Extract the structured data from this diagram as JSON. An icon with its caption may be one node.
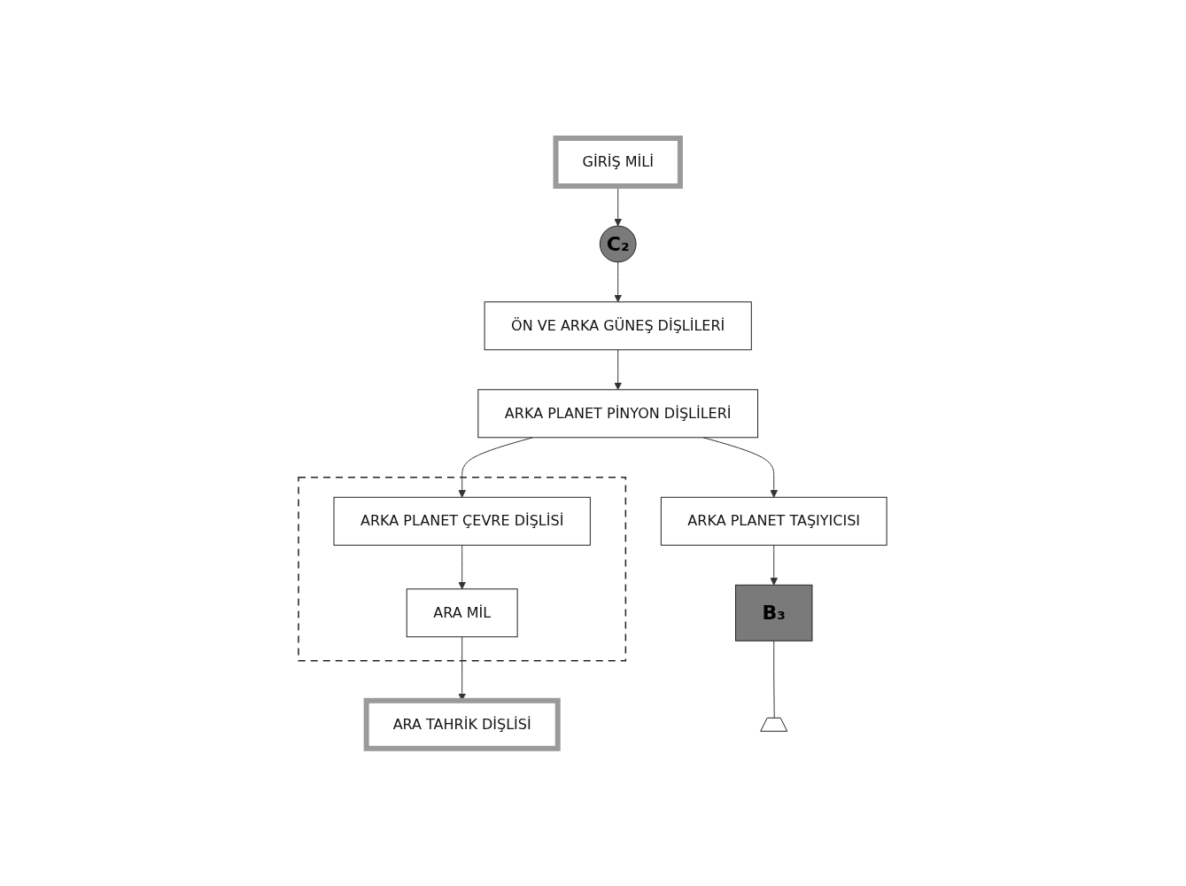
{
  "diagram": {
    "nodes": [
      {
        "text": [
          "GİRİŞ MİLİ"
        ]
      },
      {
        "text": [
          "C₂"
        ]
      },
      {
        "text": [
          "ÖN VE ARKA GÜNEŞ DİŞLİLERİ"
        ]
      },
      {
        "text": [
          "ARKA PLANET PİNYON DİŞLİLERİ"
        ]
      },
      {
        "text": [],
        "shape": "box"
      },
      {
        "text": [
          "ARKA PLANET ÇEVRE DİŞLİSİ"
        ],
        "in": 4
      },
      {
        "text": [
          "ARA MİL"
        ],
        "in": 4
      },
      {
        "text": [
          "ARA TAHRİK DİŞLİSİ"
        ]
      },
      {
        "text": [
          "ARKA PLANET TAŞIYICISI"
        ]
      },
      {
        "text": [
          "B₃"
        ]
      },
      {
        "text": [],
        "shape": "ground"
      }
    ],
    "edges": [
      {
        "from": 0,
        "to": 1,
        "arrow": "to"
      },
      {
        "from": 1,
        "to": 2,
        "arrow": "to"
      },
      {
        "from": 2,
        "to": 3,
        "arrow": "to"
      },
      {
        "from": 3,
        "to": 5,
        "arrow": "to"
      },
      {
        "from": 3,
        "to": 8,
        "arrow": "to"
      },
      {
        "from": 5,
        "to": 6,
        "arrow": "to"
      },
      {
        "from": 6,
        "to": 7,
        "arrow": "to"
      },
      {
        "from": 8,
        "to": 9,
        "arrow": "to"
      },
      {
        "from": 9,
        "to": 10,
        "arrow": "none"
      }
    ]
  }
}
